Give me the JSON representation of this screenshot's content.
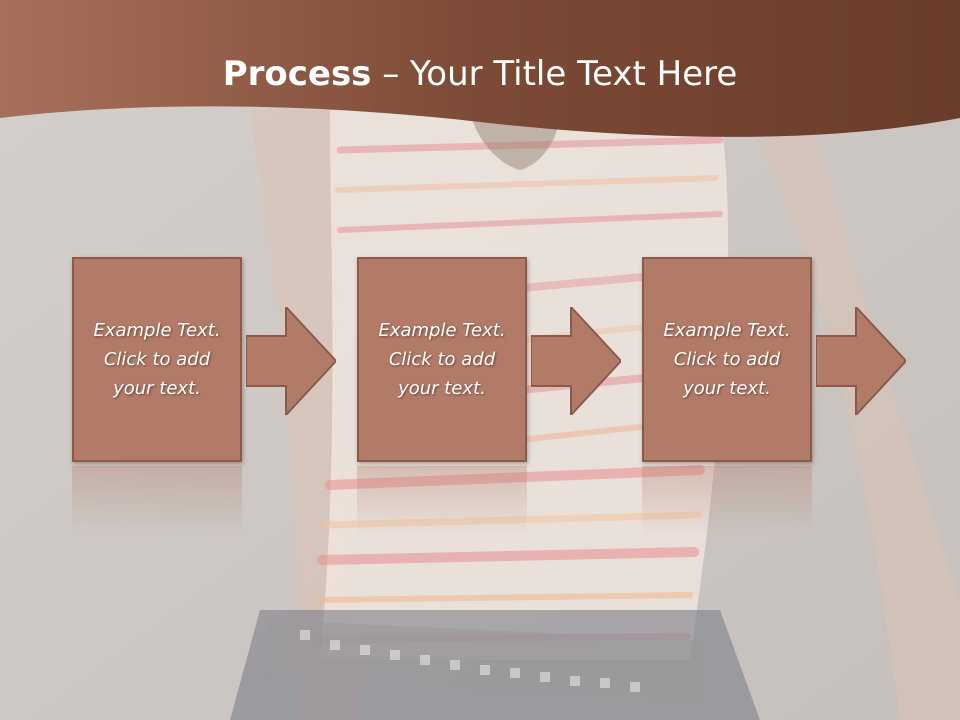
{
  "slide": {
    "title_strong": "Process",
    "title_rest": " – Your Title Text Here",
    "steps": [
      {
        "text": "Example Text. Click  to add your text."
      },
      {
        "text": "Example Text. Click  to add your text."
      },
      {
        "text": "Example Text. Click  to add your text."
      }
    ]
  },
  "colors": {
    "header": "#7a4632",
    "box_fill": "#b27b68",
    "box_border": "#8a5a4a",
    "text": "#ffffff",
    "background": "#cfcac7"
  }
}
